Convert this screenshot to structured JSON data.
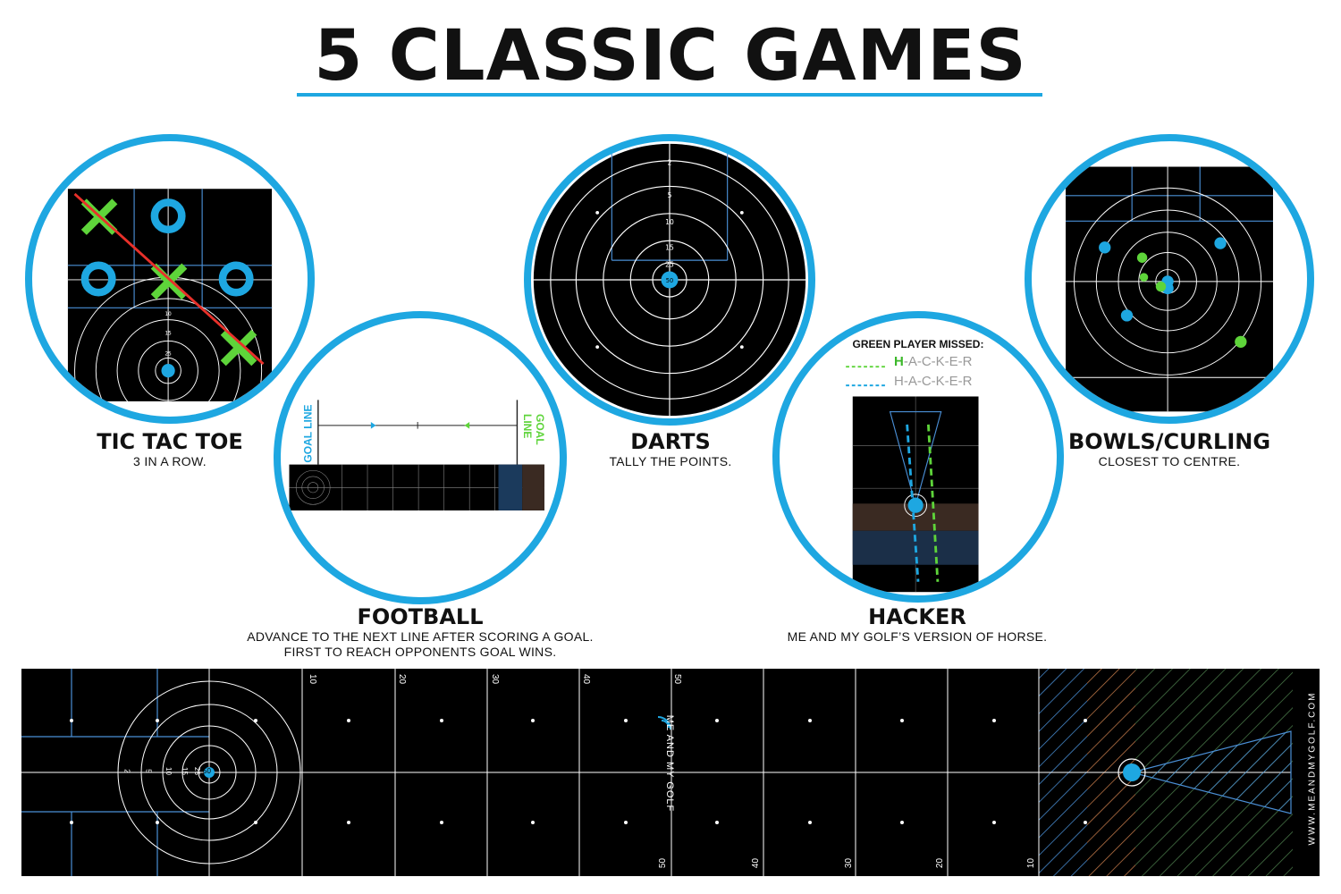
{
  "title": "5 CLASSIC GAMES",
  "games": [
    {
      "name": "TIC TAC TOE",
      "desc": "3 IN A ROW."
    },
    {
      "name": "FOOTBALL",
      "desc": "ADVANCE TO THE NEXT LINE AFTER SCORING A GOAL.",
      "desc2": "FIRST TO REACH OPPONENTS GOAL WINS."
    },
    {
      "name": "DARTS",
      "desc": "TALLY THE POINTS."
    },
    {
      "name": "HACKER",
      "desc": "ME AND MY GOLF’S VERSION OF HORSE."
    },
    {
      "name": "BOWLS/CURLING",
      "desc": "CLOSEST TO CENTRE."
    }
  ],
  "football": {
    "goal_line": "GOAL LINE"
  },
  "hacker": {
    "heading": "GREEN PLAYER MISSED:",
    "first_letter": "H",
    "rest": "-A-C-K-E-R",
    "blue_word": "H-A-C-K-E-R"
  },
  "target_numbers": [
    "2",
    "5",
    "10",
    "15",
    "25",
    "50"
  ],
  "mat": {
    "brand": "ME AND MY GOLF",
    "website": "WWW.MEANDMYGOLF.COM",
    "distances_top": [
      "10",
      "20",
      "30",
      "40",
      "50"
    ],
    "distances_bottom": [
      "50",
      "40",
      "30",
      "20",
      "10"
    ]
  },
  "colors": {
    "accent": "#1ea7e1",
    "green": "#5ed43a",
    "red": "#e8302a"
  }
}
